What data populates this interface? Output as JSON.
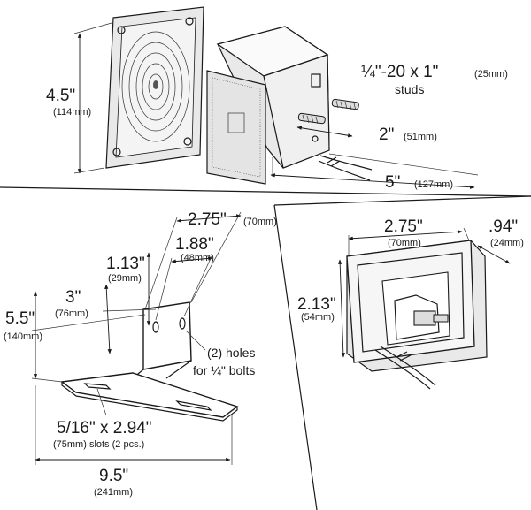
{
  "figure": {
    "light": {
      "height_in": "4.5\"",
      "height_mm": "(114mm)",
      "studs_main": "¼\"-20 x 1\"",
      "studs_mm": "(25mm)",
      "studs_word": "studs",
      "stud_len_in": "2\"",
      "stud_len_mm": "(51mm)",
      "depth_in": "5\"",
      "depth_mm": "(127mm)"
    },
    "bracket": {
      "outer_width_in": "2.75\"",
      "outer_width_mm": "(70mm)",
      "hole_spacing_in": "1.88\"",
      "hole_spacing_mm": "(48mm)",
      "hole_height_in": "1.13\"",
      "hole_height_mm": "(29mm)",
      "upper_height_in": "3\"",
      "upper_height_mm": "(76mm)",
      "total_height_in": "5.5\"",
      "total_height_mm": "(140mm)",
      "holes_line1": "(2) holes",
      "holes_line2": "for ¼\" bolts",
      "slots_line1": "5/16\" x 2.94\"",
      "slots_line2": "(75mm) slots (2 pcs.)",
      "base_width_in": "9.5\"",
      "base_width_mm": "(241mm)"
    },
    "side_view": {
      "width_in": "2.75\"",
      "width_mm": "(70mm)",
      "lip_in": ".94\"",
      "lip_mm": "(24mm)",
      "height_in": "2.13\"",
      "height_mm": "(54mm)"
    }
  }
}
